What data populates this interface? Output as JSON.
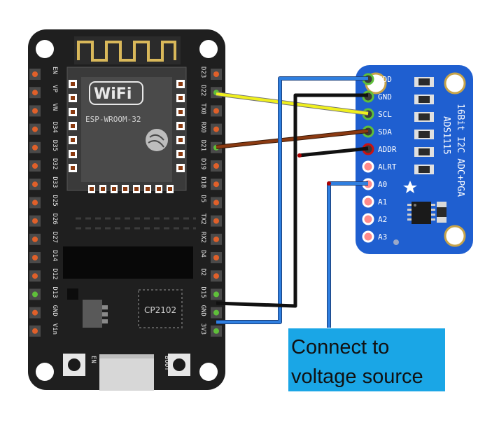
{
  "esp32": {
    "module_name": "ESP-WROOM-32",
    "wifi_logo": "WiFi",
    "chip_label": "CP2102",
    "button_en": "EN",
    "button_boot": "BOOT",
    "left_pins": [
      "EN",
      "VP",
      "VN",
      "D34",
      "D35",
      "D32",
      "D33",
      "D25",
      "D26",
      "D27",
      "D14",
      "D12",
      "D13",
      "GND",
      "Vin"
    ],
    "right_pins": [
      "D23",
      "D22",
      "TX0",
      "RX0",
      "D21",
      "D19",
      "D18",
      "D5",
      "TX2",
      "RX2",
      "D4",
      "D2",
      "D15",
      "GND",
      "3V3"
    ]
  },
  "ads1115": {
    "title": "16Bit I2C ADC+PGA",
    "model": "ADS1115",
    "pins": [
      "VDD",
      "GND",
      "SCL",
      "SDA",
      "ADDR",
      "ALRT",
      "A0",
      "A1",
      "A2",
      "A3"
    ]
  },
  "note": {
    "line1": "Connect to",
    "line2": "voltage source"
  },
  "colors": {
    "board": "#202020",
    "adc_board": "#1d5fd1",
    "wire_yellow": "#f0f01e",
    "wire_brown": "#8b3a12",
    "wire_black": "#111111",
    "wire_blue": "#2f7fe0",
    "note_bg": "#1aa6e6"
  }
}
